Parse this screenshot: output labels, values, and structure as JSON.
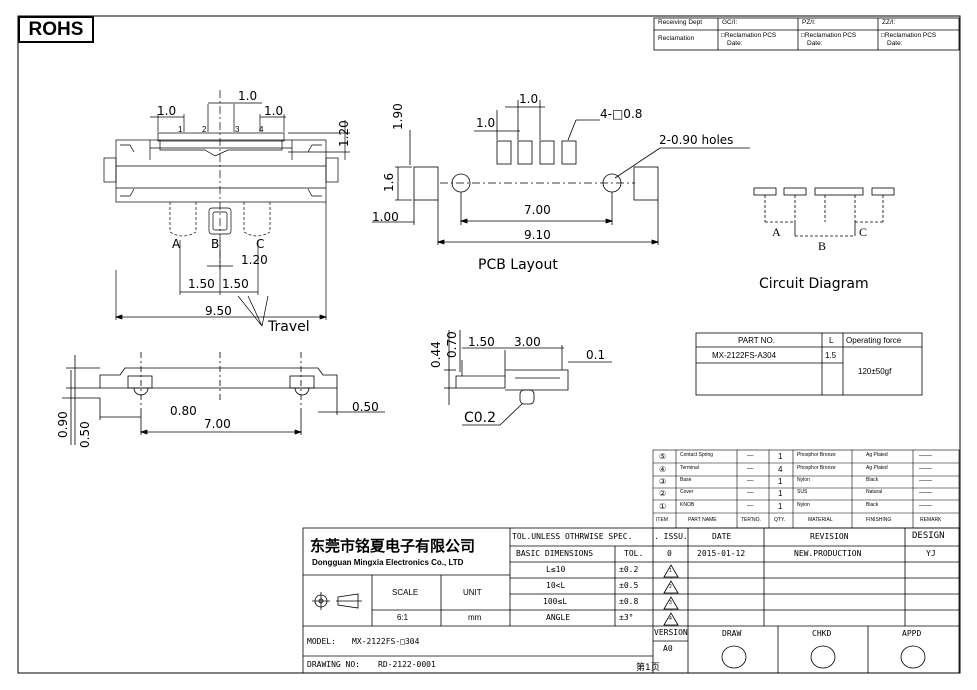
{
  "badge": "ROHS",
  "approval_box": {
    "receiving_dept": "Receiving Dept",
    "reclamation": "Reclamation",
    "depts": [
      "GC/I:",
      "PZ/I:",
      "ZZ/I:"
    ],
    "reclamation_pcs": "□Reclamation  PCS",
    "date": "Date:"
  },
  "dims": {
    "pitch_top_a": "1.0",
    "pitch_top_b": "1.0",
    "pitch_top_c": "1.0",
    "height_right": "1.20",
    "pin_numbers": [
      "1",
      "2",
      "3",
      "4"
    ],
    "pos_a": "A",
    "pos_b": "B",
    "pos_c": "C",
    "knob_offset": "1.20",
    "travel_left": "1.50",
    "travel_right": "1.50",
    "overall_len": "9.50",
    "travel": "Travel",
    "pcb_h": "1.90",
    "pcb_pitch_a": "1.0",
    "pcb_pitch_b": "1.0",
    "pad_note": "4-□0.8",
    "holes_note": "2-0.90 holes",
    "pcb_side": "1.6",
    "pcb_pad_w": "1.00",
    "pcb_hole_span": "7.00",
    "pcb_total": "9.10",
    "side_h1": "0.44",
    "side_h2": "0.70",
    "side_w1": "1.50",
    "side_w2": "3.00",
    "side_gap": "0.1",
    "chamfer": "C0.2",
    "bottom_h1": "0.90",
    "bottom_h2": "0.50",
    "bottom_off": "0.80",
    "bottom_span": "7.00",
    "bottom_right": "0.50"
  },
  "pcb_layout_title": "PCB Layout",
  "circuit": {
    "title": "Circuit Diagram",
    "a": "A",
    "b": "B",
    "c": "C"
  },
  "part_table": {
    "headers": [
      "PART NO.",
      "L",
      "Operating force"
    ],
    "part_no": "MX-2122FS-A304",
    "l": "1.5",
    "force": "120±50gf"
  },
  "bom": {
    "rows": [
      {
        "no": "⑤",
        "name": "Contact Spring",
        "ter": "—",
        "qty": "1",
        "material": "Phosphor Bronze",
        "finish": "Ag Plated",
        "remark": "——"
      },
      {
        "no": "④",
        "name": "Terminal",
        "ter": "—",
        "qty": "4",
        "material": "Phosphor Bronze",
        "finish": "Ag Plated",
        "remark": "——"
      },
      {
        "no": "③",
        "name": "Base",
        "ter": "—",
        "qty": "1",
        "material": "Nylon",
        "finish": "Black",
        "remark": "——"
      },
      {
        "no": "②",
        "name": "Cover",
        "ter": "—",
        "qty": "1",
        "material": "SUS",
        "finish": "Natural",
        "remark": "——"
      },
      {
        "no": "①",
        "name": "KNOB",
        "ter": "—",
        "qty": "1",
        "material": "Nylon",
        "finish": "Black",
        "remark": "——"
      }
    ],
    "headers": [
      "ITEM",
      "PART NAME",
      "TER'NO.",
      "QTY.",
      "MATERIAL",
      "FINISHING",
      "REMARK"
    ]
  },
  "title_block": {
    "company_cn": "东莞市铭夏电子有限公司",
    "company_en": "Dongguan Mingxia Electronics Co., LTD",
    "scale_label": "SCALE",
    "scale_value": "6:1",
    "unit_label": "UNIT",
    "unit_value": "mm",
    "tol_spec": "TOL.UNLESS OTHRWISE SPEC.",
    "basic_dims": "BASIC DIMENSIONS",
    "tol": "TOL.",
    "tol_rows": [
      {
        "range": "L≤10",
        "value": "±0.2"
      },
      {
        "range": "10<L",
        "value": "±0.5"
      },
      {
        "range": "100≤L",
        "value": "±0.8"
      },
      {
        "range": "ANGLE",
        "value": "±3°"
      }
    ],
    "issu": ". ISSU.",
    "date": "DATE",
    "revision": "REVISION",
    "design": "DESIGN",
    "rev_no": "0",
    "rev_date": "2015-01-12",
    "rev_desc": "NEW.PRODUCTION",
    "rev_design": "YJ",
    "rev_marks": [
      "1",
      "2",
      "3",
      "4"
    ],
    "version": "VERSION",
    "version_value": "A0",
    "draw": "DRAW",
    "chkd": "CHKD",
    "appd": "APPD",
    "model_label": "MODEL:",
    "model_value": "MX-2122FS-□304",
    "drawing_label": "DRAWING NO:",
    "drawing_value": "RD-2122-0001",
    "page": "第1页"
  }
}
